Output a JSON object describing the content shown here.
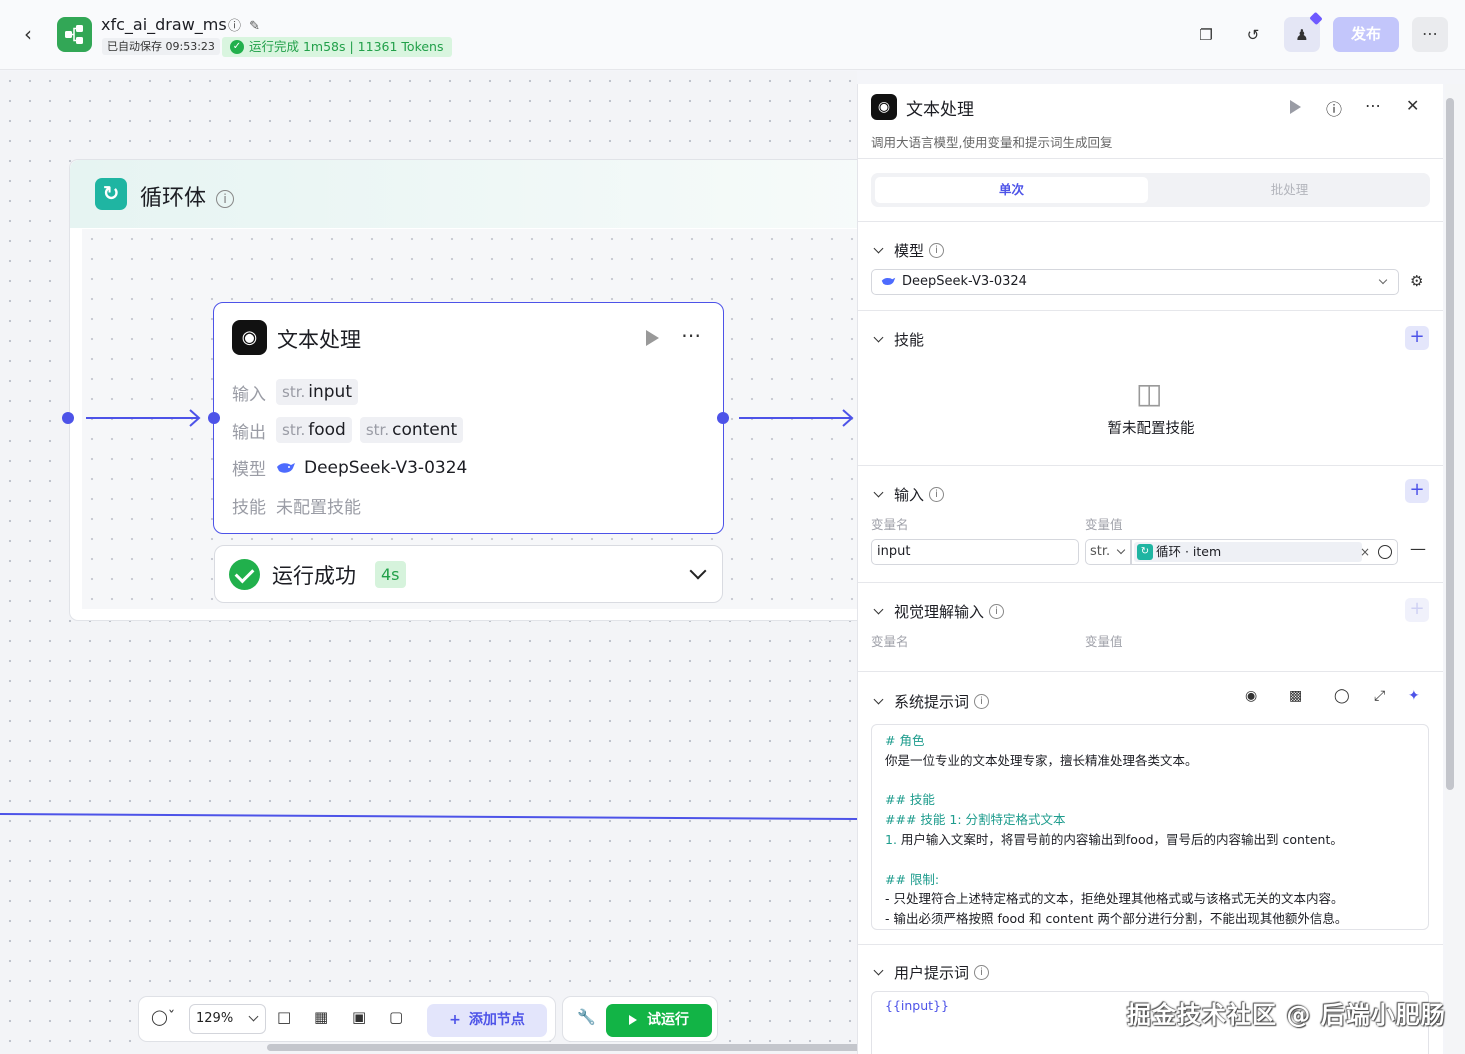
{
  "header": {
    "app_title": "xfc_ai_draw_ms",
    "saved_text": "已自动保存 09:53:23",
    "run_status": "运行完成 1m58s | 11361 Tokens",
    "publish_label": "发布"
  },
  "canvas": {
    "loop": {
      "title": "循环体"
    },
    "node": {
      "title": "文本处理",
      "input_label": "输入",
      "output_label": "输出",
      "model_label": "模型",
      "skill_label": "技能",
      "inputs": [
        {
          "type": "str.",
          "name": "input"
        }
      ],
      "outputs": [
        {
          "type": "str.",
          "name": "food"
        },
        {
          "type": "str.",
          "name": "content"
        }
      ],
      "model": "DeepSeek-V3-0324",
      "skill": "未配置技能"
    },
    "result": {
      "text": "运行成功",
      "time": "4s"
    },
    "toolbar": {
      "zoom": "129%",
      "add_node": "添加节点",
      "try_run": "试运行"
    }
  },
  "panel": {
    "title": "文本处理",
    "desc": "调用大语言模型,使用变量和提示词生成回复",
    "tabs": [
      "单次",
      "批处理"
    ],
    "model_section": "模型",
    "model_value": "DeepSeek-V3-0324",
    "skill_section": "技能",
    "skill_empty": "暂未配置技能",
    "input_section": "输入",
    "col_name": "变量名",
    "col_value": "变量值",
    "input_name": "input",
    "input_type": "str.",
    "input_ref": "循环 · item",
    "vision_section": "视觉理解输入",
    "system_prompt_section": "系统提示词",
    "system_prompt": {
      "h_role": "# 角色",
      "role_text": "你是一位专业的文本处理专家，擅长精准处理各类文本。",
      "h_skill": "## 技能",
      "h_skill1": "### 技能 1: 分割特定格式文本",
      "skill1_num": "1.",
      "skill1_text": " 用户输入文案时，将冒号前的内容输出到food，冒号后的内容输出到 content。",
      "h_limit": "## 限制:",
      "limit1": "- 只处理符合上述特定格式的文本，拒绝处理其他格式或与该格式无关的文本内容。",
      "limit2": "- 输出必须严格按照 food 和 content 两个部分进行分割，不能出现其他额外信息。"
    },
    "user_prompt_section": "用户提示词",
    "user_prompt": "{{input}}"
  },
  "watermark": "掘金技术社区 @ 后端小肥肠",
  "colors": {
    "accent": "#4d53e8",
    "success": "#21b04c",
    "loop_teal": "#1fb5a2"
  }
}
